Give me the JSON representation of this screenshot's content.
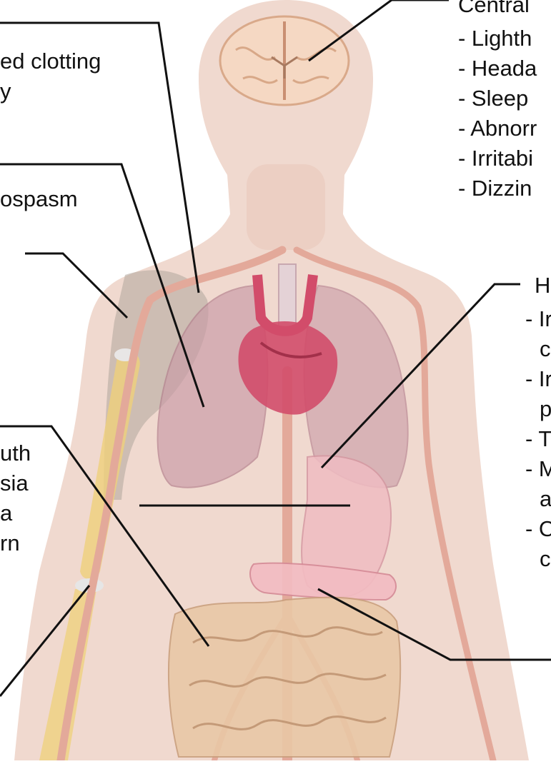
{
  "colors": {
    "skin": "#f0d9cf",
    "lung": "#c99aa6",
    "heart": "#d24c6a",
    "intestine": "#e9c8a6",
    "stomach": "#efbcc2",
    "vessel": "#e3a99a",
    "brain": "#f5d8c3",
    "bone": "#efd07a",
    "muscle": "#b0a59c",
    "leader_line": "#111111"
  },
  "labels": {
    "clotting": [
      "ed clotting",
      "y"
    ],
    "bronchospasm": "ospasm",
    "left_block": [
      "uth",
      "sia",
      "a",
      "rn"
    ],
    "cns": {
      "title": "Central",
      "items": [
        "- Lighth",
        "- Heada",
        "- Sleep",
        "- Abnorr",
        "- Irritabi",
        "- Dizzin"
      ]
    },
    "heart": {
      "title": "H",
      "items": [
        "- Ir",
        "c",
        "- Ir",
        "p",
        "- T",
        "- M",
        "a",
        "- C",
        "c"
      ]
    }
  }
}
